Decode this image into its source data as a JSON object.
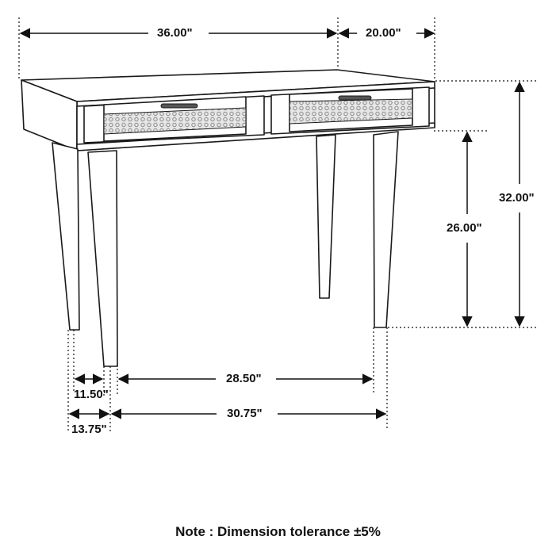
{
  "diagram": {
    "type": "furniture-dimension-drawing",
    "subject": "writing desk with two rattan-front drawers and tapered legs",
    "dimensions": {
      "width": "36.00\"",
      "depth": "20.00\"",
      "total_height": "32.00\"",
      "leg_clearance_height": "26.00\"",
      "inner_leg_span_front": "28.50\"",
      "outer_leg_span": "30.75\"",
      "side_inner_leg_span": "11.50\"",
      "side_outer_leg_span": "13.75\""
    },
    "note": "Note : Dimension tolerance ±5%",
    "colors": {
      "line": "#1a1a1a",
      "background": "#ffffff",
      "rattan": "#9a9a9a"
    }
  }
}
